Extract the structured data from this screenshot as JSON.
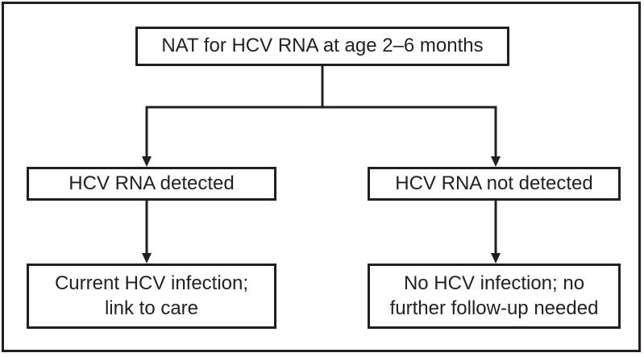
{
  "flowchart": {
    "root": {
      "label": "NAT for HCV RNA at age 2–6 months"
    },
    "left_branch": {
      "result": {
        "label": "HCV RNA detected"
      },
      "outcome": {
        "line1": "Current HCV infection;",
        "line2": "link to care"
      }
    },
    "right_branch": {
      "result": {
        "label": "HCV RNA not detected"
      },
      "outcome": {
        "line1": "No HCV infection; no",
        "line2": "further follow-up needed"
      }
    },
    "colors": {
      "ink": "#231f20",
      "background": "#ffffff"
    }
  }
}
